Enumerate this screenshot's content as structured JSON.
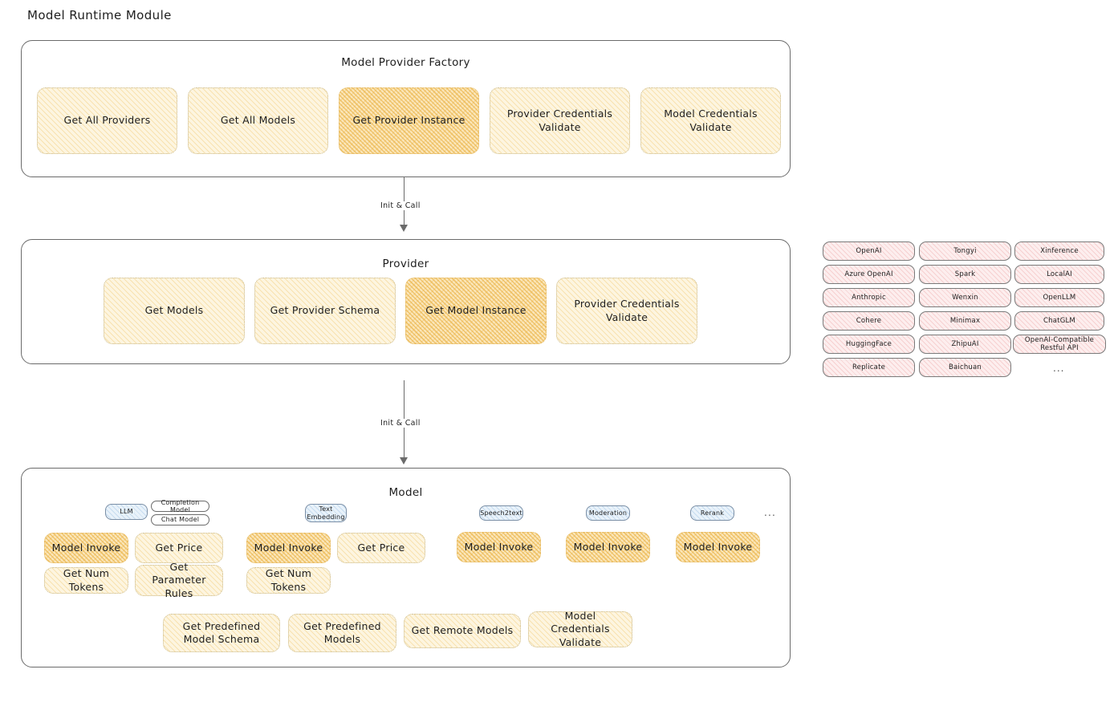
{
  "page": {
    "title": "Model Runtime Module"
  },
  "sections": {
    "factory": {
      "title": "Model Provider Factory",
      "nodes": [
        {
          "label": "Get All Providers",
          "highlight": false
        },
        {
          "label": "Get All Models",
          "highlight": false
        },
        {
          "label": "Get Provider Instance",
          "highlight": true
        },
        {
          "label": "Provider Credentials Validate",
          "highlight": false
        },
        {
          "label": "Model Credentials Validate",
          "highlight": false
        }
      ]
    },
    "provider": {
      "title": "Provider",
      "nodes": [
        {
          "label": "Get Models",
          "highlight": false
        },
        {
          "label": "Get Provider Schema",
          "highlight": false
        },
        {
          "label": "Get Model Instance",
          "highlight": true
        },
        {
          "label": "Provider Credentials Validate",
          "highlight": false
        }
      ]
    },
    "model": {
      "title": "Model",
      "groups": [
        {
          "type_badge": "LLM",
          "sub_badges": [
            "Completion Model",
            "Chat Model"
          ],
          "nodes": [
            {
              "label": "Model Invoke",
              "highlight": true
            },
            {
              "label": "Get Price",
              "highlight": false
            },
            {
              "label": "Get Num Tokens",
              "highlight": false
            },
            {
              "label": "Get Parameter Rules",
              "highlight": false
            }
          ]
        },
        {
          "type_badge": "Text Embedding",
          "sub_badges": [],
          "nodes": [
            {
              "label": "Model Invoke",
              "highlight": true
            },
            {
              "label": "Get Price",
              "highlight": false
            },
            {
              "label": "Get Num Tokens",
              "highlight": false
            }
          ]
        },
        {
          "type_badge": "Speech2text",
          "sub_badges": [],
          "nodes": [
            {
              "label": "Model Invoke",
              "highlight": true
            }
          ]
        },
        {
          "type_badge": "Moderation",
          "sub_badges": [],
          "nodes": [
            {
              "label": "Model Invoke",
              "highlight": true
            }
          ]
        },
        {
          "type_badge": "Rerank",
          "sub_badges": [],
          "nodes": [
            {
              "label": "Model Invoke",
              "highlight": true
            }
          ]
        }
      ],
      "more_indicator": "...",
      "common_nodes": [
        {
          "label": "Get Predefined Model Schema"
        },
        {
          "label": "Get Predefined Models"
        },
        {
          "label": "Get Remote Models"
        },
        {
          "label": "Model Credentials Validate"
        }
      ]
    }
  },
  "arrows": [
    {
      "label": "Init & Call"
    },
    {
      "label": "Init & Call"
    }
  ],
  "provider_list": {
    "columns": [
      [
        "OpenAI",
        "Azure OpenAI",
        "Anthropic",
        "Cohere",
        "HuggingFace",
        "Replicate"
      ],
      [
        "Tongyi",
        "Spark",
        "Wenxin",
        "Minimax",
        "ZhipuAI",
        "Baichuan"
      ],
      [
        "Xinference",
        "LocalAI",
        "OpenLLM",
        "ChatGLM",
        "OpenAI-Compatible Restful API"
      ]
    ],
    "more_indicator": "..."
  },
  "colors": {
    "node_fill": "#fdf5e0",
    "node_highlight_fill": "#fbe7bb",
    "chip_fill": "#fdeeee",
    "badge_fill": "#e9f2fa",
    "stroke": "#6b6b6b",
    "text": "#1e1e1e"
  }
}
